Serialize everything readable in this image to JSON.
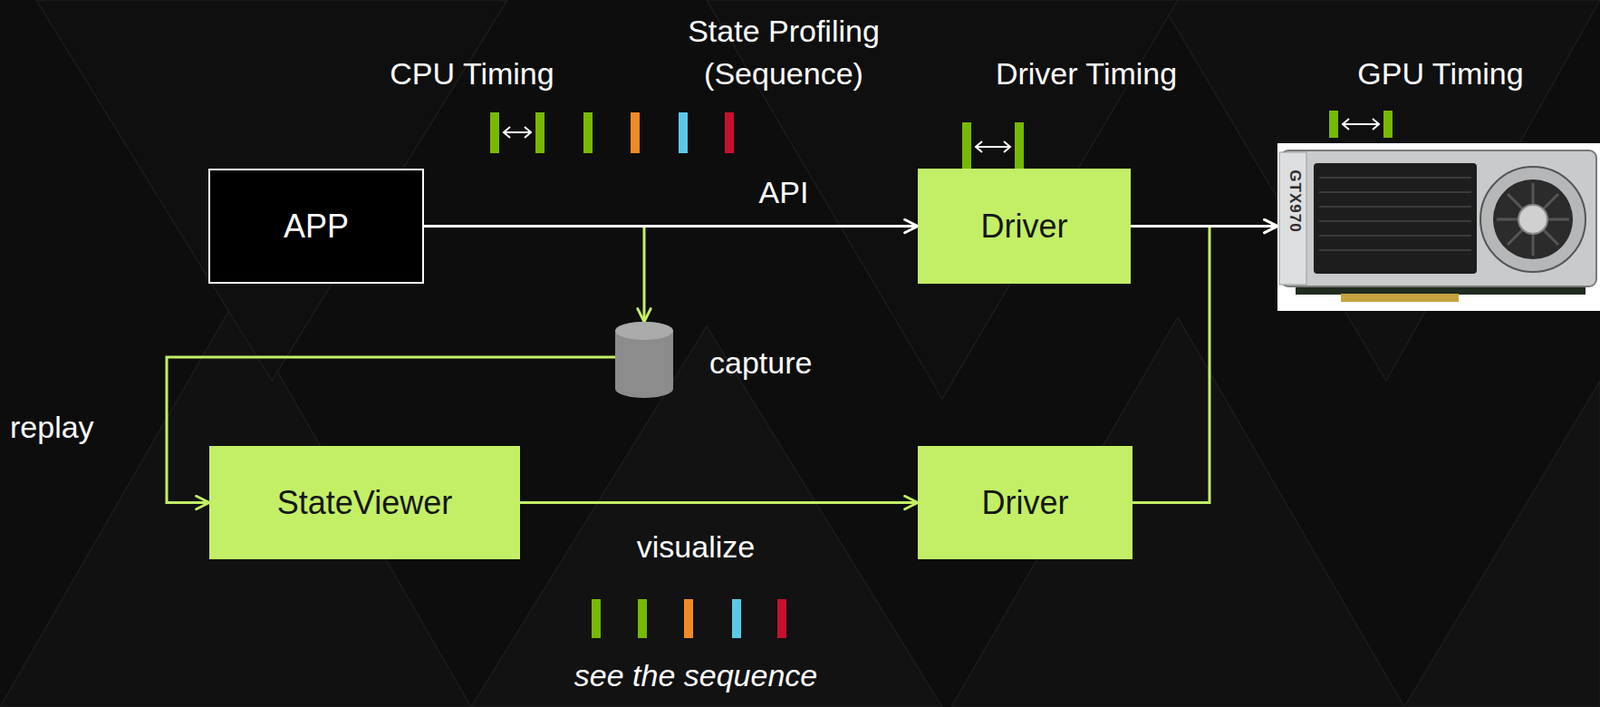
{
  "diagram": {
    "nodes": [
      {
        "text": [
          "APP"
        ]
      },
      {
        "text": [
          "Driver"
        ]
      },
      {
        "text": [
          "GTX970"
        ]
      },
      {
        "text": [
          "capture"
        ]
      },
      {
        "text": [
          "StateViewer"
        ]
      },
      {
        "text": [
          "Driver"
        ]
      }
    ],
    "edges": [
      {
        "from": 0,
        "to": 1,
        "label": "API",
        "arrow": "to"
      },
      {
        "from": 0,
        "to": 3,
        "arrow": "to"
      },
      {
        "from": 1,
        "to": 2,
        "arrow": "to"
      },
      {
        "from": 3,
        "to": 4,
        "label": "replay",
        "arrow": "to"
      },
      {
        "from": 4,
        "to": 5,
        "label": "visualize",
        "arrow": "to"
      },
      {
        "from": 5,
        "to": 2,
        "arrow": "to"
      }
    ],
    "labels": [
      "CPU Timing",
      "State Profiling (Sequence)",
      "Driver Timing",
      "GPU Timing",
      "see the sequence"
    ]
  }
}
